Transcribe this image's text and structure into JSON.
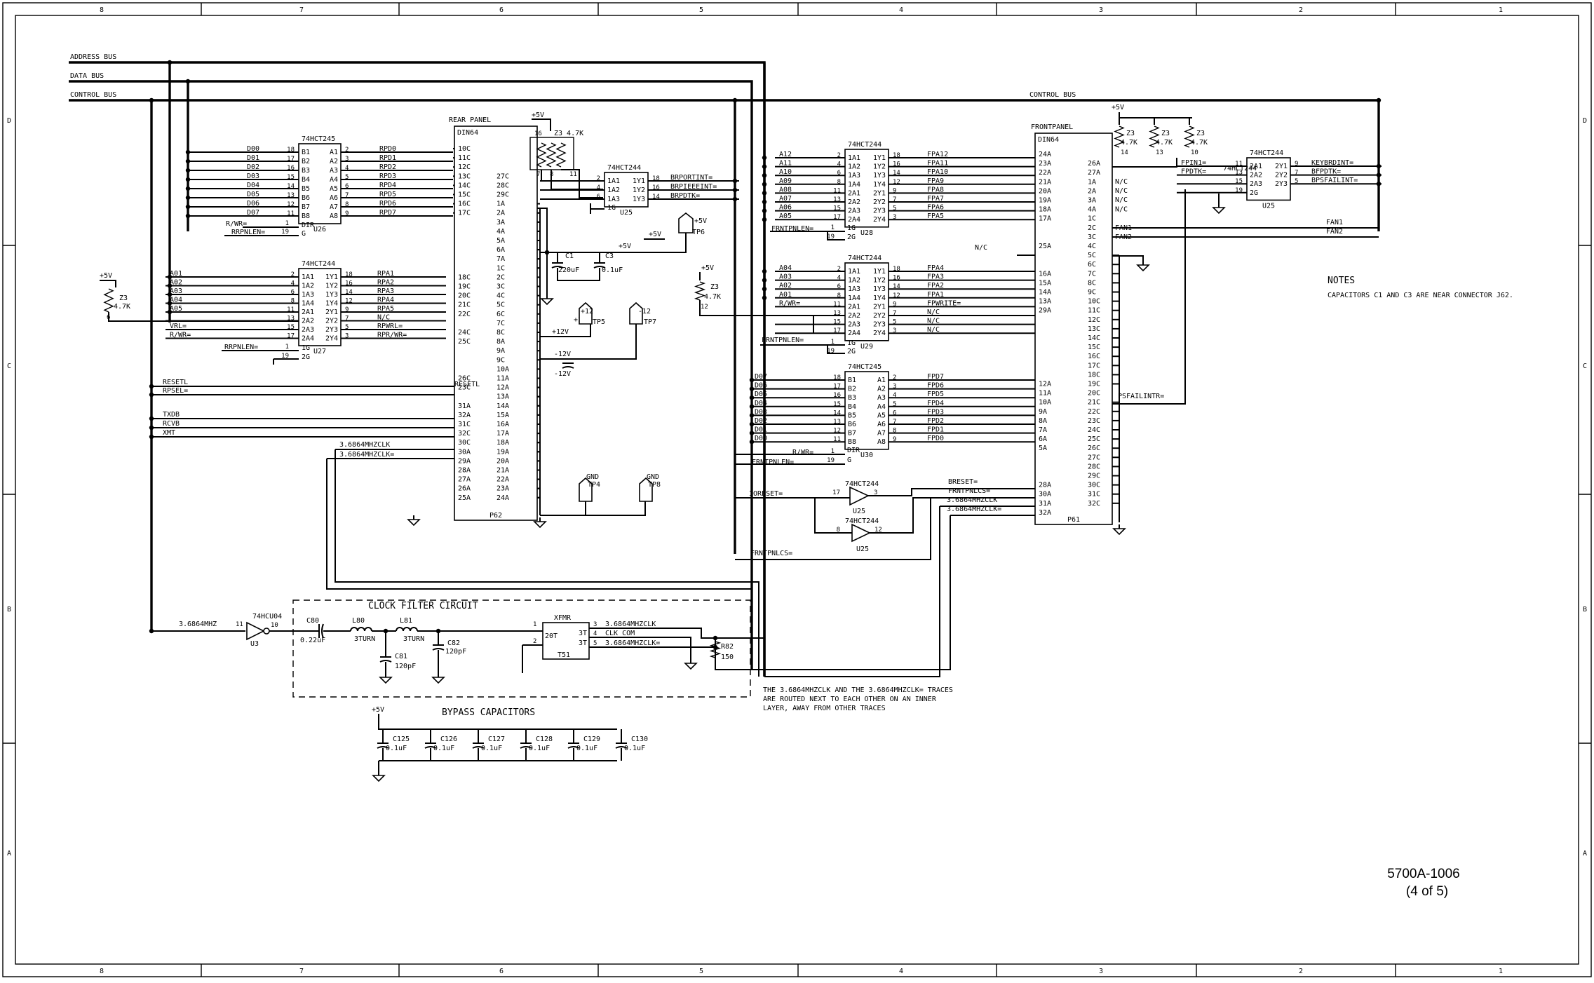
{
  "frame": {
    "zones_top": [
      "8",
      "7",
      "6",
      "5",
      "4",
      "3",
      "2",
      "1"
    ],
    "zones_side": [
      "D",
      "C",
      "B",
      "A"
    ]
  },
  "buses": {
    "address": "ADDRESS BUS",
    "data": "DATA BUS",
    "control_left": "CONTROL BUS",
    "control_right": "CONTROL BUS"
  },
  "rear_panel": {
    "title": "REAR PANEL",
    "part": "DIN64",
    "ref": "P62",
    "col1": [
      "10C",
      "11C",
      "12C",
      "13C",
      "14C",
      "15C",
      "16C",
      "17C",
      "",
      "",
      "",
      "",
      "",
      "",
      "18C",
      "19C",
      "20C",
      "21C",
      "22C",
      "",
      "24C",
      "25C",
      "",
      "",
      "",
      "26C",
      "23C",
      "",
      "31A",
      "32A",
      "31C",
      "32C",
      "30C",
      "30A",
      "29A",
      "28A",
      "27A",
      "26A",
      "25A"
    ],
    "col2": [
      "",
      "",
      "",
      "27C",
      "28C",
      "29C",
      "1A",
      "2A",
      "3A",
      "4A",
      "5A",
      "6A",
      "7A",
      "1C",
      "2C",
      "3C",
      "4C",
      "5C",
      "6C",
      "7C",
      "8C",
      "8A",
      "9A",
      "9C",
      "10A",
      "11A",
      "12A",
      "13A",
      "14A",
      "15A",
      "16A",
      "17A",
      "18A",
      "19A",
      "20A",
      "21A",
      "22A",
      "23A",
      "24A"
    ]
  },
  "front_panel": {
    "title": "FRONTPANEL",
    "part": "DIN64",
    "ref": "P61",
    "col1": [
      "24A",
      "23A",
      "22A",
      "21A",
      "20A",
      "19A",
      "18A",
      "17A",
      "",
      "",
      "25A",
      "",
      "",
      "16A",
      "15A",
      "14A",
      "13A",
      "29A",
      "",
      "",
      "",
      "",
      "",
      "",
      "",
      "12A",
      "11A",
      "10A",
      "9A",
      "8A",
      "7A",
      "6A",
      "5A",
      "",
      "",
      "",
      "28A",
      "30A",
      "31A",
      "32A"
    ],
    "col2": [
      "",
      "26A",
      "27A",
      "1A",
      "2A",
      "3A",
      "4A",
      "1C",
      "2C",
      "3C",
      "4C",
      "5C",
      "6C",
      "7C",
      "8C",
      "9C",
      "10C",
      "11C",
      "12C",
      "13C",
      "14C",
      "15C",
      "16C",
      "17C",
      "18C",
      "19C",
      "20C",
      "21C",
      "22C",
      "23C",
      "24C",
      "25C",
      "26C",
      "27C",
      "28C",
      "29C",
      "30C",
      "31C",
      "32C"
    ],
    "nc_rows": [
      "N/C",
      "N/C",
      "N/C",
      "N/C"
    ],
    "fan1": "FAN1",
    "fan2": "FAN2",
    "nc_25a": "N/C"
  },
  "u26": {
    "part": "74HCT245",
    "ref": "U26",
    "inputs": [
      "D00",
      "D01",
      "D02",
      "D03",
      "D04",
      "D05",
      "D06",
      "D07"
    ],
    "in_pins": [
      "18",
      "17",
      "16",
      "15",
      "14",
      "13",
      "12",
      "11"
    ],
    "left_names": [
      "B1",
      "B2",
      "B3",
      "B4",
      "B5",
      "B6",
      "B7",
      "B8"
    ],
    "right_names": [
      "A1",
      "A2",
      "A3",
      "A4",
      "A5",
      "A6",
      "A7",
      "A8"
    ],
    "out_pins": [
      "2",
      "3",
      "4",
      "5",
      "6",
      "7",
      "8",
      "9"
    ],
    "outputs": [
      "RPD0",
      "RPD1",
      "RPD2",
      "RPD3",
      "RPD4",
      "RPD5",
      "RPD6",
      "RPD7"
    ],
    "dir_sig": "R/WR=",
    "dir_pin": "1",
    "dir_label": "DIR",
    "g_sig": "RRPNLEN=",
    "g_pin": "19",
    "g_label": "G"
  },
  "u27": {
    "part": "74HCT244",
    "ref": "U27",
    "inputs": [
      "A01",
      "A02",
      "A03",
      "A04",
      "A05",
      "",
      "VRL=",
      "R/WR="
    ],
    "in_pins": [
      "2",
      "4",
      "6",
      "8",
      "11",
      "13",
      "15",
      "17"
    ],
    "left_names": [
      "1A1",
      "1A2",
      "1A3",
      "1A4",
      "2A1",
      "2A2",
      "2A3",
      "2A4"
    ],
    "right_names": [
      "1Y1",
      "1Y2",
      "1Y3",
      "1Y4",
      "2Y1",
      "2Y2",
      "2Y3",
      "2Y4"
    ],
    "out_pins": [
      "18",
      "16",
      "14",
      "12",
      "9",
      "7",
      "5",
      "3"
    ],
    "outputs": [
      "RPA1",
      "RPA2",
      "RPA3",
      "RPA4",
      "RPA5",
      "N/C",
      "RPWRL=",
      "RPR/WR="
    ],
    "g1_sig": "RRPNLEN=",
    "g1_pin": "1",
    "g1_label": "1G",
    "g2_pin": "19",
    "g2_label": "2G"
  },
  "u25_rear": {
    "part": "74HCT244",
    "ref": "U25",
    "in_pins": [
      "2",
      "4",
      "6"
    ],
    "left_names": [
      "1A1",
      "1A2",
      "1A3"
    ],
    "right_names": [
      "1Y1",
      "1Y2",
      "1Y3"
    ],
    "out_pins": [
      "18",
      "16",
      "14"
    ],
    "outputs": [
      "BRPORTINT=",
      "BRPIEEEINT=",
      "BRPDTK="
    ],
    "g_label": "1G"
  },
  "z3_rear": {
    "supply": "+5V",
    "pins": [
      "16",
      "7",
      "8",
      "11"
    ],
    "label": "Z3 4.7K"
  },
  "z3_left": {
    "supply": "+5V",
    "label": "Z3",
    "value": "4.7K",
    "pin": "6"
  },
  "power": {
    "c1": "C1",
    "c1_val": "220uF",
    "c3": "C3",
    "c3_val": "0.1uF",
    "p5": "+5V",
    "p12": "+12V",
    "m12": "-12V",
    "tp6": "TP6",
    "tp6_label": "+5V",
    "tp5": "TP5",
    "tp5_label": "+12",
    "tp7": "TP7",
    "tp7_label": "-12",
    "tp4": "TP4",
    "tp8": "TP8",
    "gnd": "GND"
  },
  "left_signals": {
    "resetl": "RESETL",
    "rpsel": "RPSEL=",
    "txdb": "TXDB",
    "rcvb": "RCVB",
    "xmt": "XMT",
    "clk": "3.6864MHZCLK",
    "clkn": "3.6864MHZCLK="
  },
  "u28": {
    "part": "74HCT244",
    "ref": "U28",
    "inputs": [
      "A12",
      "A11",
      "A10",
      "A09",
      "A08",
      "A07",
      "A06",
      "A05"
    ],
    "in_pins": [
      "2",
      "4",
      "6",
      "8",
      "11",
      "13",
      "15",
      "17"
    ],
    "left_names": [
      "1A1",
      "1A2",
      "1A3",
      "1A4",
      "2A1",
      "2A2",
      "2A3",
      "2A4"
    ],
    "right_names": [
      "1Y1",
      "1Y2",
      "1Y3",
      "1Y4",
      "2Y1",
      "2Y2",
      "2Y3",
      "2Y4"
    ],
    "out_pins": [
      "18",
      "16",
      "14",
      "12",
      "9",
      "7",
      "5",
      "3"
    ],
    "outputs": [
      "FPA12",
      "FPA11",
      "FPA10",
      "FPA9",
      "FPA8",
      "FPA7",
      "FPA6",
      "FPA5"
    ],
    "g_sig": "FRNTPNLEN=",
    "g1_pin": "1",
    "g1_label": "1G",
    "g2_pin": "19",
    "g2_label": "2G"
  },
  "u29": {
    "part": "74HCT244",
    "ref": "U29",
    "inputs": [
      "A04",
      "A03",
      "A02",
      "A01",
      "R/WR=",
      "",
      "",
      ""
    ],
    "in_pins": [
      "2",
      "4",
      "6",
      "8",
      "11",
      "13",
      "15",
      "17"
    ],
    "left_names": [
      "1A1",
      "1A2",
      "1A3",
      "1A4",
      "2A1",
      "2A2",
      "2A3",
      "2A4"
    ],
    "right_names": [
      "1Y1",
      "1Y2",
      "1Y3",
      "1Y4",
      "2Y1",
      "2Y2",
      "2Y3",
      "2Y4"
    ],
    "out_pins": [
      "18",
      "16",
      "14",
      "12",
      "9",
      "7",
      "5",
      "3"
    ],
    "outputs": [
      "FPA4",
      "FPA3",
      "FPA2",
      "FPA1",
      "FPWRITE=",
      "N/C",
      "N/C",
      "N/C"
    ],
    "g_sig": "FRNTPNLEN=",
    "g1_pin": "1",
    "g1_label": "1G",
    "g2_pin": "19",
    "g2_label": "2G"
  },
  "z3_mid": {
    "supply": "+5V",
    "label": "Z3",
    "value": "4.7K",
    "pin": "12"
  },
  "u30": {
    "part": "74HCT245",
    "ref": "U30",
    "inputs": [
      "D07",
      "D06",
      "D05",
      "D04",
      "D03",
      "D02",
      "D01",
      "D00"
    ],
    "in_pins": [
      "18",
      "17",
      "16",
      "15",
      "14",
      "13",
      "12",
      "11"
    ],
    "left_names": [
      "B1",
      "B2",
      "B3",
      "B4",
      "B5",
      "B6",
      "B7",
      "B8"
    ],
    "right_names": [
      "A1",
      "A2",
      "A3",
      "A4",
      "A5",
      "A6",
      "A7",
      "A8"
    ],
    "out_pins": [
      "2",
      "3",
      "4",
      "5",
      "6",
      "7",
      "8",
      "9"
    ],
    "outputs": [
      "FPD7",
      "FPD6",
      "FPD5",
      "FPD4",
      "FPD3",
      "FPD2",
      "FPD1",
      "FPD0"
    ],
    "dir_sig": "R/WR=",
    "dir_pin": "1",
    "dir_label": "DIR",
    "g_sig": "FRNTPNLEN=",
    "g_pin": "19",
    "g_label": "G"
  },
  "u25_buffers": {
    "part": "74HCT244",
    "ref": "U25",
    "in1": "IORESET=",
    "in1_pin": "17",
    "out1_pin": "3",
    "out1": "BRESET=",
    "in2_pin": "8",
    "out2_pin": "12",
    "out2": "FRNTPNLCS=",
    "clk": "3.6864MHZCLK",
    "clkn": "3.6864MHZCLK=",
    "bottom_sig": "FRNTPNLCS="
  },
  "u25_right": {
    "part": "74HCT244",
    "ref": "U25",
    "inputs": [
      "FPIN1=",
      "FPDTK=",
      "",
      ""
    ],
    "in_pins": [
      "11",
      "13",
      "15",
      "19"
    ],
    "left_names": [
      "2A1",
      "2A2",
      "2A3",
      "2G"
    ],
    "right_names": [
      "2Y1",
      "2Y2",
      "2Y3"
    ],
    "out_pins": [
      "9",
      "7",
      "5"
    ],
    "outputs": [
      "KEYBRDINT=",
      "BFPDTK=",
      "BPSFAILINT="
    ]
  },
  "z3_right": {
    "supply": "+5V",
    "labels": [
      "Z3",
      "Z3",
      "Z3"
    ],
    "value": "4.7K",
    "pins": [
      "14",
      "13",
      "10"
    ]
  },
  "psfail": "PSFAILINTR=",
  "notes": {
    "title": "NOTES",
    "line1": "CAPACITORS C1 AND C3 ARE NEAR CONNECTOR J62."
  },
  "clock_filter": {
    "title": "CLOCK FILTER CIRCUIT",
    "u3_part": "74HCU04",
    "u3_ref": "U3",
    "u3_in_pin": "11",
    "u3_out_pin": "10",
    "in_sig": "3.6864MHZ",
    "c80": "C80",
    "c80_val": "0.22uF",
    "l80": "L80",
    "l80_val": "3TURN",
    "l81": "L81",
    "l81_val": "3TURN",
    "c81": "C81",
    "c81_val": "120pF",
    "c82": "C82",
    "c82_val": "120pF",
    "xfmr": "XFMR",
    "xfmr_ref": "T51",
    "xp_pins": [
      "1",
      "2"
    ],
    "xs_pins": [
      "3",
      "4",
      "5"
    ],
    "w_prim": "20T",
    "w_sec1": "3T",
    "w_sec2": "3T",
    "s1": "3.6864MHZCLK",
    "s2": "CLK COM",
    "s3": "3.6864MHZCLK=",
    "r82": "R82",
    "r82_val": "150"
  },
  "trace_note": [
    "THE 3.6864MHZCLK AND THE 3.6864MHZCLK= TRACES",
    "ARE ROUTED NEXT TO EACH OTHER ON AN INNER",
    "LAYER, AWAY FROM OTHER TRACES"
  ],
  "bypass": {
    "title": "BYPASS CAPACITORS",
    "supply": "+5V",
    "caps": [
      "C125",
      "C126",
      "C127",
      "C128",
      "C129",
      "C130"
    ],
    "val": "0.1uF"
  },
  "drawing": {
    "number": "5700A-1006",
    "sheet": "(4 of 5)"
  }
}
